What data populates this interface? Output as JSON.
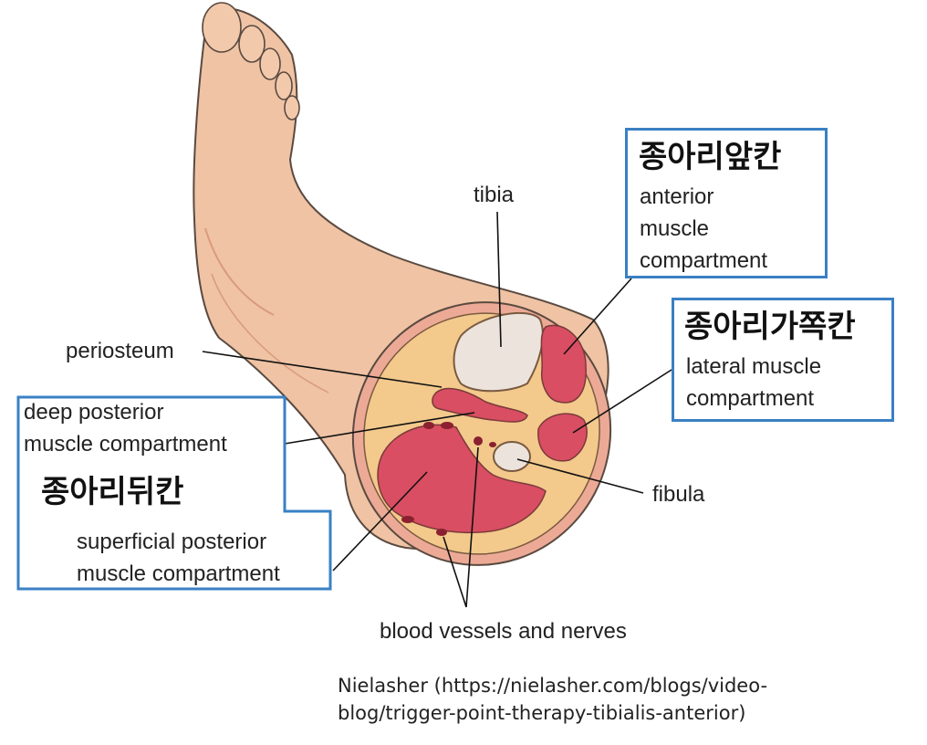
{
  "labels": {
    "tibia": "tibia",
    "periosteum": "periosteum",
    "fibula": "fibula",
    "blood_vessels": "blood vessels and nerves"
  },
  "anterior": {
    "korean": "종아리앞칸",
    "lines": [
      "anterior",
      "muscle",
      "compartment"
    ]
  },
  "lateral": {
    "korean": "종아리가쪽칸",
    "lines": [
      "lateral muscle",
      "compartment"
    ]
  },
  "posterior": {
    "deep_lines": [
      "deep posterior",
      "muscle compartment"
    ],
    "korean": "종아리뒤칸",
    "superficial_lines": [
      "superficial posterior",
      "muscle compartment"
    ]
  },
  "credit": {
    "line1": "Nielasher (https://nielasher.com/blogs/video-",
    "line2": "blog/trigger-point-therapy-tibialis-anterior)"
  },
  "colors": {
    "skin": "#efc3a4",
    "skin_shadow": "#e2a888",
    "outline": "#5a4a40",
    "muscle": "#d94e62",
    "fat": "#f3c98c",
    "bone": "#ece3dc",
    "box_border": "#3a80c4"
  }
}
